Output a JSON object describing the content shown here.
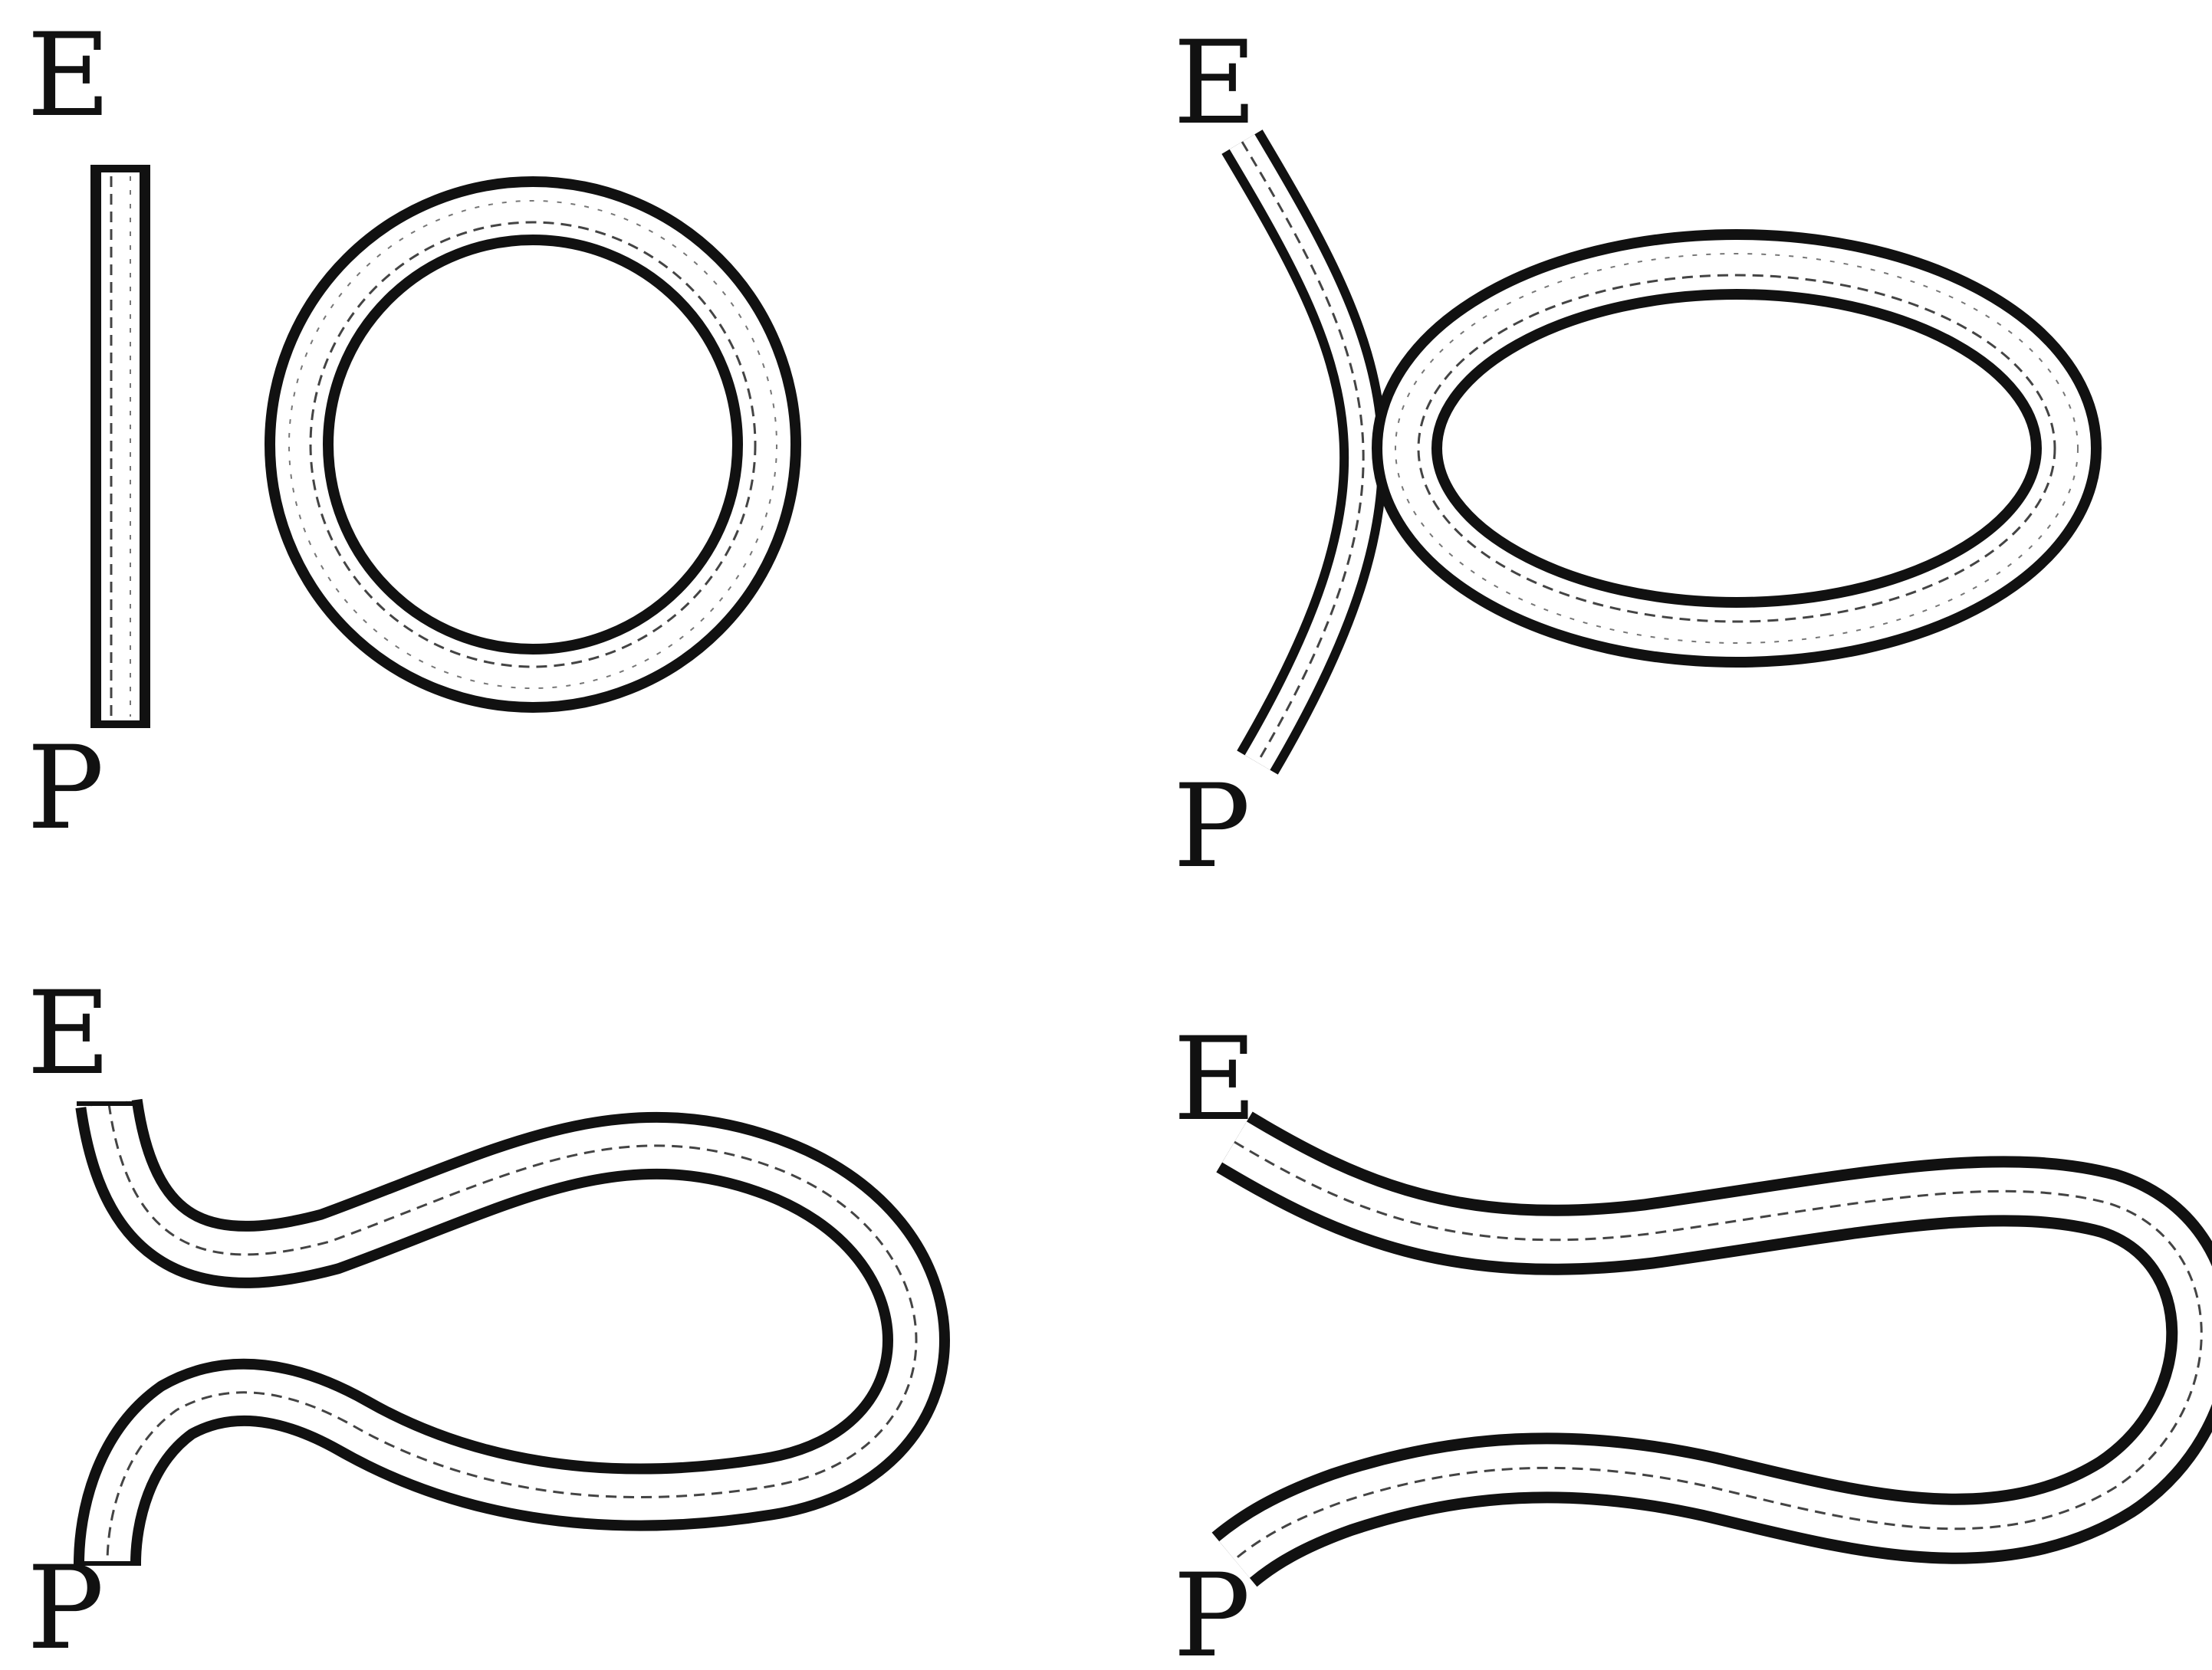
{
  "panels": [
    {
      "top_label": "E",
      "bottom_label": "P"
    },
    {
      "top_label": "E",
      "bottom_label": "P"
    },
    {
      "top_label": "E",
      "bottom_label": "P"
    },
    {
      "top_label": "E",
      "bottom_label": "P"
    }
  ]
}
